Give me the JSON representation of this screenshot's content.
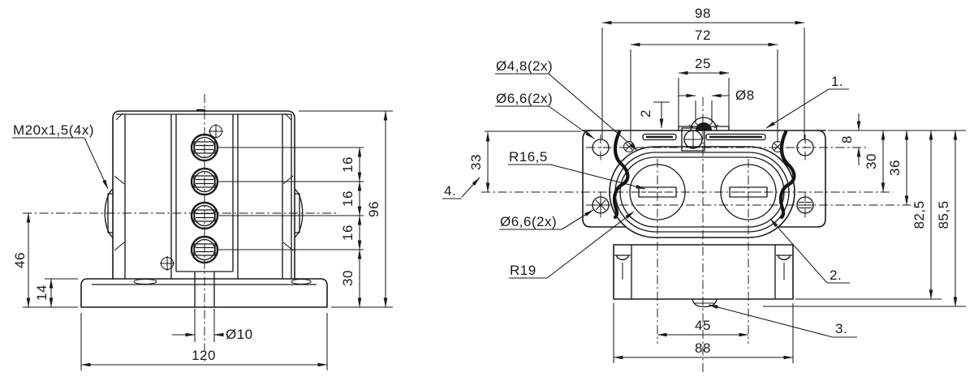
{
  "front_view": {
    "thread_label": "M20x1,5(4x)",
    "dim_46": "46",
    "dim_14": "14",
    "dim_120": "120",
    "dim_d10": "Ø10",
    "dim_16a": "16",
    "dim_16b": "16",
    "dim_16c": "16",
    "dim_30": "30",
    "dim_96": "96"
  },
  "top_view": {
    "label_d48": "Ø4,8(2x)",
    "label_d66_top": "Ø6,6(2x)",
    "label_r165": "R16,5",
    "label_d66_bottom": "Ø6,6(2x)",
    "label_r19": "R19",
    "callout_1": "1.",
    "callout_2": "2.",
    "callout_3": "3.",
    "callout_4": "4.",
    "dim_98": "98",
    "dim_72": "72",
    "dim_25": "25",
    "dim_d8": "Ø8",
    "dim_2": "2",
    "dim_33": "33",
    "dim_8": "8",
    "dim_30": "30",
    "dim_36": "36",
    "dim_82_5": "82,5",
    "dim_85_5": "85,5",
    "dim_45": "45",
    "dim_88": "88"
  },
  "colors": {
    "line": "#1a1a1a",
    "background": "#ffffff"
  }
}
